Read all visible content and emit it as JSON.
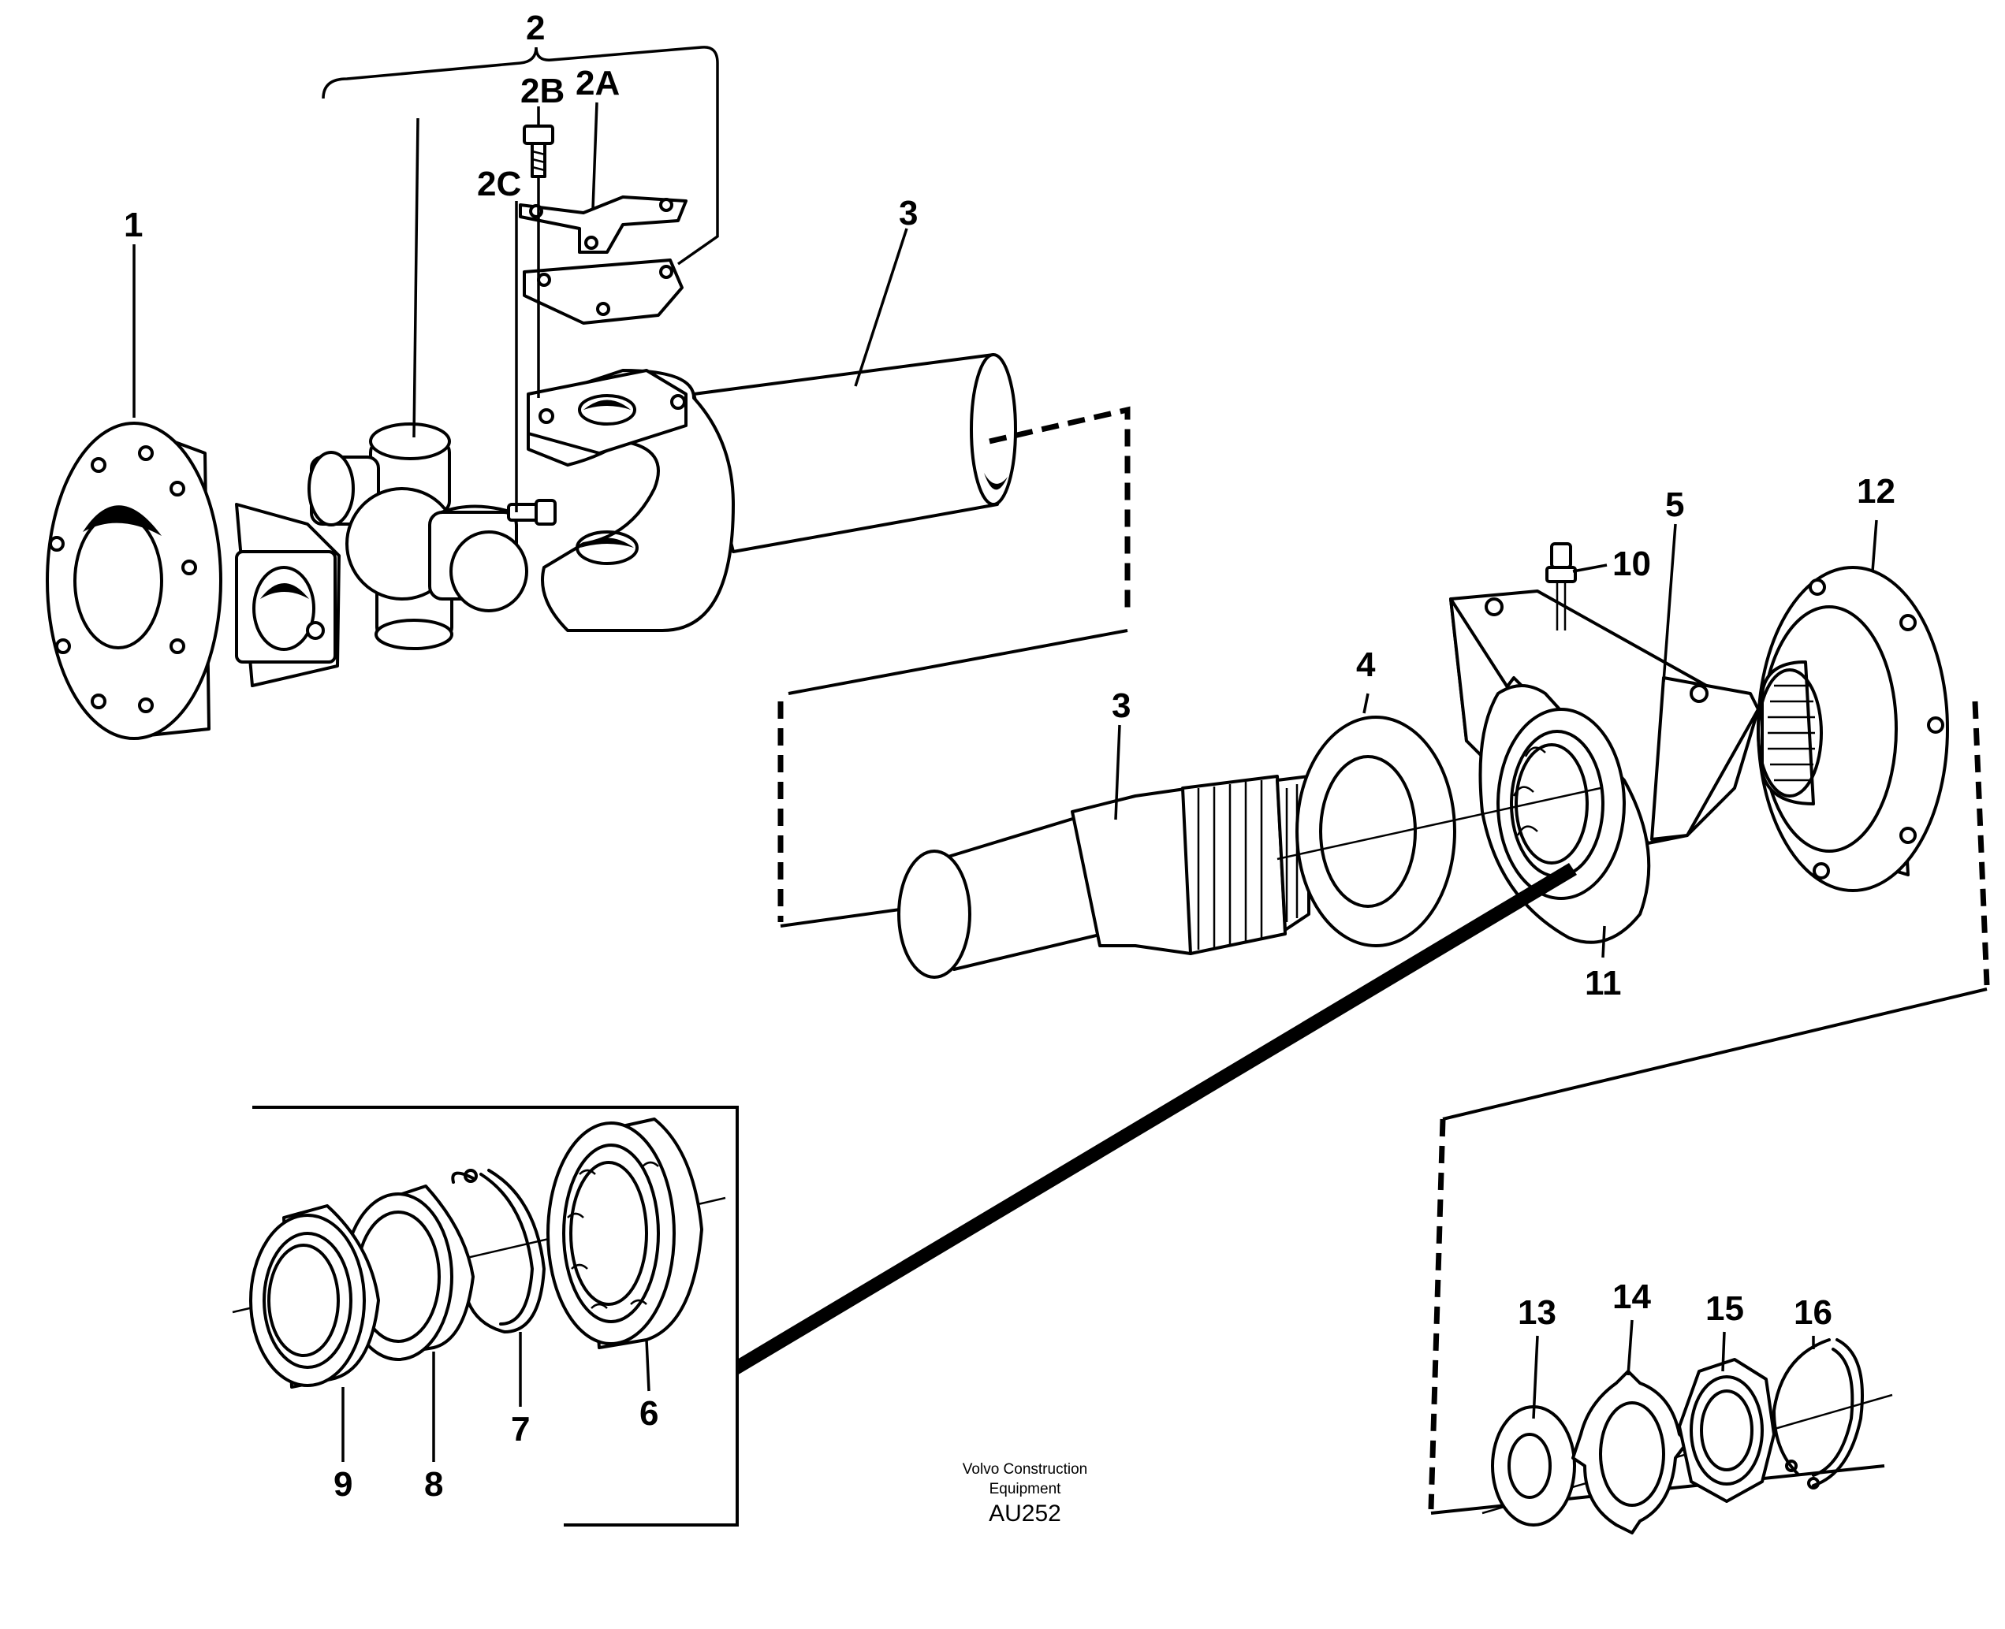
{
  "labels": {
    "l1": "1",
    "l2": "2",
    "l2a": "2A",
    "l2b": "2B",
    "l2c": "2C",
    "l3a": "3",
    "l3b": "3",
    "l4": "4",
    "l5": "5",
    "l6": "6",
    "l7": "7",
    "l8": "8",
    "l9": "9",
    "l10": "10",
    "l11": "11",
    "l12": "12",
    "l13": "13",
    "l14": "14",
    "l15": "15",
    "l16": "16"
  },
  "caption": {
    "line1": "Volvo Construction",
    "line2": "Equipment",
    "code": "AU252"
  }
}
